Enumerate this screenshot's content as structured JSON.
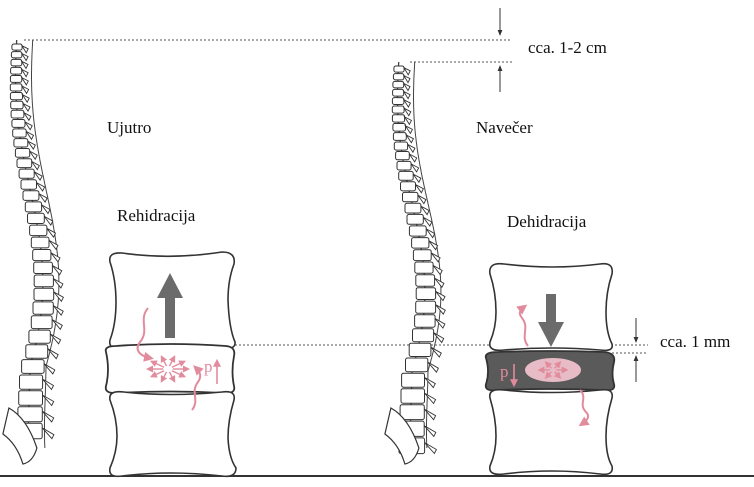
{
  "labels": {
    "morning": "Ujutro",
    "evening": "Navečer",
    "rehydration": "Rehidracija",
    "dehydration": "Dehidracija",
    "height_difference": "cca. 1-2 cm",
    "disc_difference": "cca. 1 mm",
    "pressure_left": "p",
    "pressure_right": "p"
  },
  "colors": {
    "line": "#333333",
    "guide": "#555555",
    "arrow_gray": "#6b6b6b",
    "pink": "#e28b9d",
    "disc_hydrated": "#ffffff",
    "disc_dehydrated": "#5a5a5a"
  }
}
